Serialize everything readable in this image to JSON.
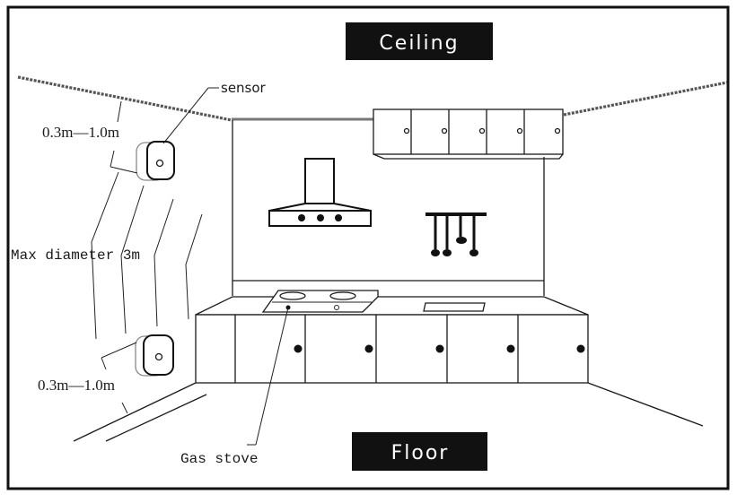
{
  "diagram": {
    "title": "Gas sensor kitchen installation diagram",
    "labels": {
      "ceiling": "Ceiling",
      "floor": "Floor",
      "sensor": "sensor",
      "max_diameter": "Max diameter 3m",
      "ceiling_distance": "0.3m—1.0m",
      "floor_distance": "0.3m—1.0m",
      "gas_stove": "Gas stove"
    },
    "colors": {
      "line": "#1a1a1a",
      "label_box_bg": "#111111",
      "label_box_text": "#ffffff",
      "background": "#ffffff"
    },
    "elements": {
      "upper_cabinet_doors": 5,
      "lower_cabinet_doors": 6,
      "hood_lights": 3,
      "hanging_utensils": 4,
      "stove_burners": 2,
      "sensors": 2
    }
  }
}
